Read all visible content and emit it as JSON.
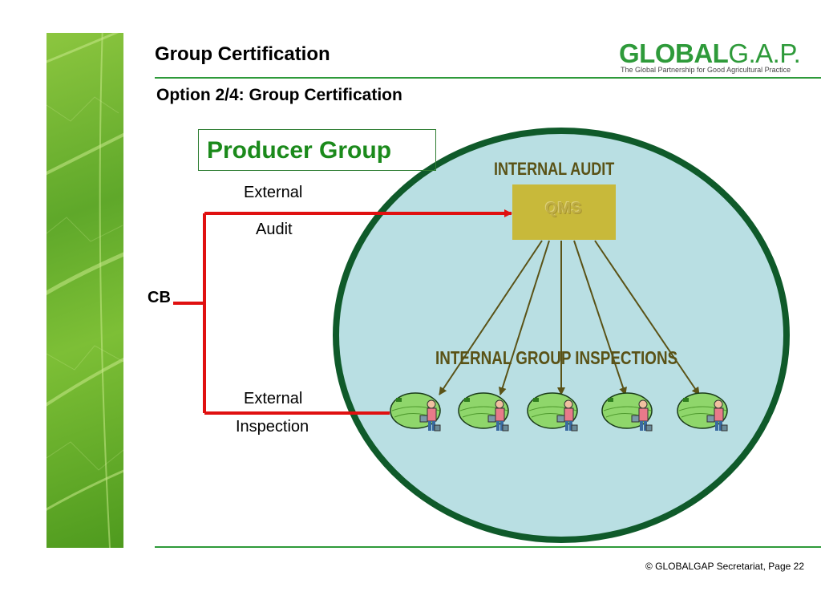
{
  "header": {
    "title": "Group Certification",
    "subtitle": "Option 2/4: Group Certification"
  },
  "logo": {
    "brand_bold": "GLOBAL",
    "brand_light": "G.A.P.",
    "tagline": "The Global Partnership for Good Agricultural Practice"
  },
  "diagram": {
    "producer_group": "Producer Group",
    "cb": "CB",
    "external_audit_line1": "External",
    "external_audit_line2": "Audit",
    "external_inspection_line1": "External",
    "external_inspection_line2": "Inspection",
    "internal_audit": "INTERNAL AUDIT",
    "qms": "QMS",
    "internal_group_inspections": "INTERNAL GROUP INSPECTIONS",
    "farm_count": 5
  },
  "colors": {
    "brand_green": "#2e9a3a",
    "circle_fill": "#b9dfe3",
    "circle_stroke": "#0f5a2a",
    "arrow_red": "#e01010",
    "qms_fill": "#c8b93a",
    "inner_text": "#5a5216"
  },
  "footer": {
    "text": "© GLOBALGAP Secretariat, Page 22"
  }
}
